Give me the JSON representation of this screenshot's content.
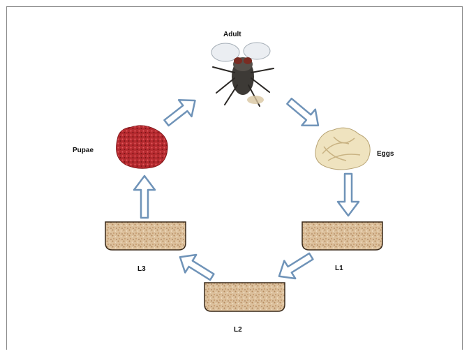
{
  "diagram": {
    "stages": {
      "adult": "Adult",
      "eggs": "Eggs",
      "l1": "L1",
      "l2": "L2",
      "l3": "L3",
      "pupae": "Pupae"
    },
    "colors": {
      "arrow_fill": "#ffffff",
      "arrow_stroke": "#6f93b8",
      "substrate": "#d9b48c",
      "tray_stroke": "#3a2a1a",
      "pupae": "#b3262b",
      "eggs": "#efe3bf"
    },
    "icons": [
      "fly-icon",
      "eggs-icon",
      "pupae-icon",
      "substrate-tray"
    ]
  }
}
